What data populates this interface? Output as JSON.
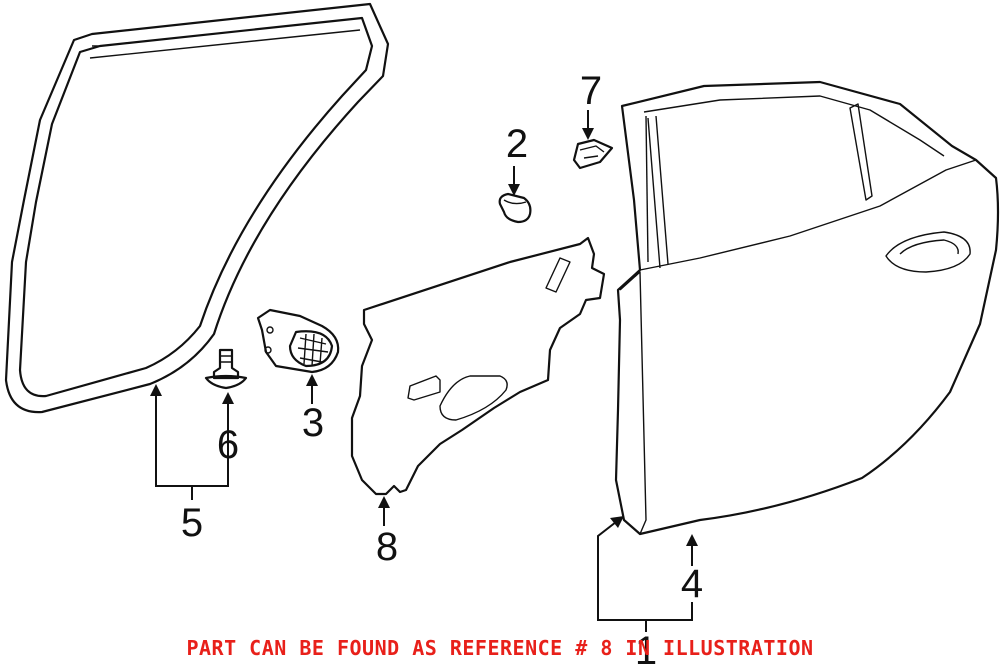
{
  "callouts": {
    "ref_1": "1",
    "ref_2": "2",
    "ref_3": "3",
    "ref_4": "4",
    "ref_5": "5",
    "ref_6": "6",
    "ref_7": "7",
    "ref_8": "8"
  },
  "footer_note": "PART CAN BE FOUND AS REFERENCE # 8 IN ILLUSTRATION",
  "colors": {
    "note": "#e8201a",
    "line": "#111111"
  }
}
